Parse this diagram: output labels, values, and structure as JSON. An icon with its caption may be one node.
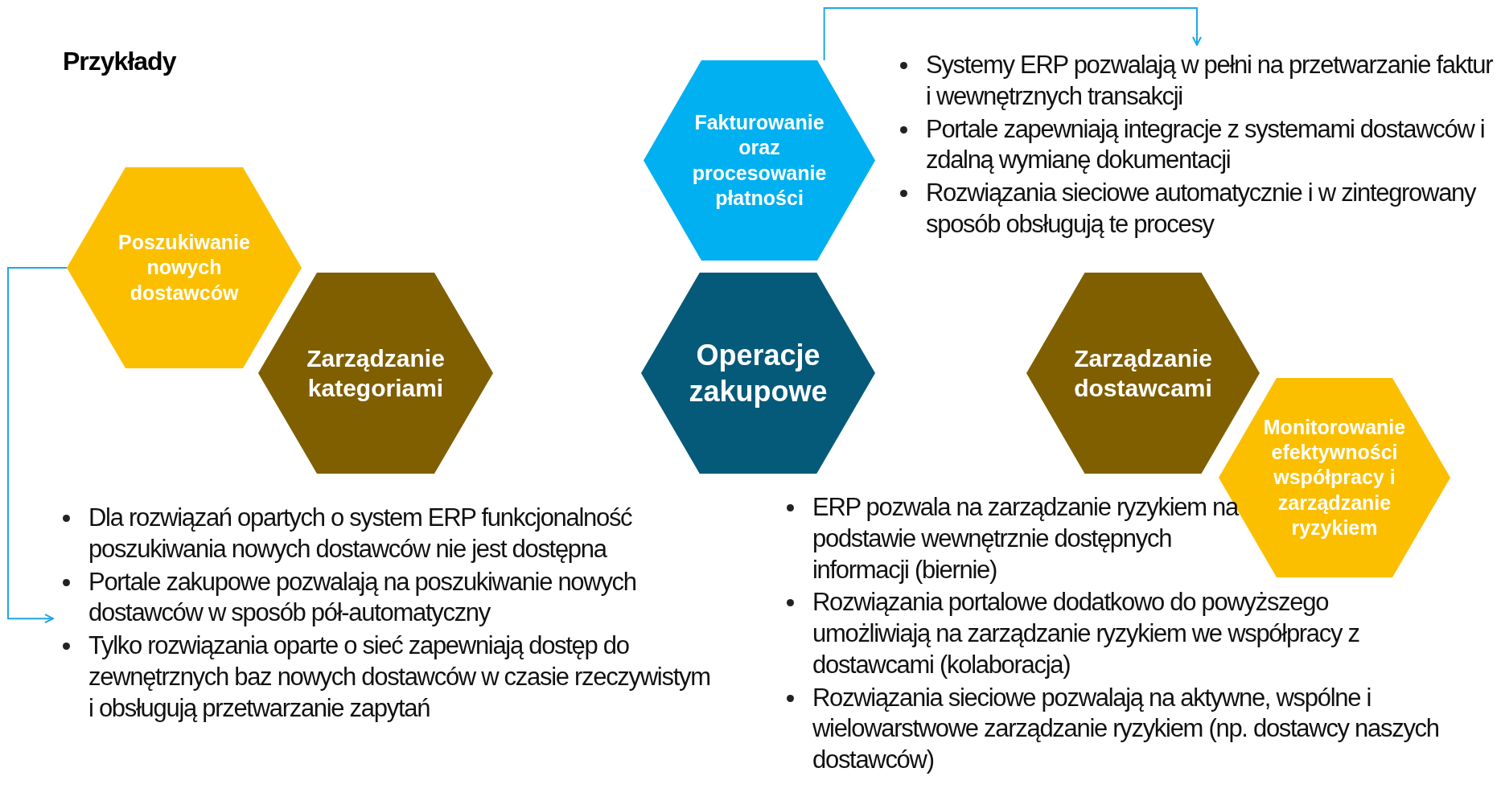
{
  "diagram": {
    "title": "Przykłady",
    "nodes": [
      {
        "text": [
          "Poszukiwanie nowych dostawców"
        ]
      },
      {
        "text": [
          "Zarządzanie kategoriami"
        ]
      },
      {
        "text": [
          "Fakturowanie oraz procesowanie płatności"
        ]
      },
      {
        "text": [
          "Operacje zakupowe"
        ]
      },
      {
        "text": [
          "Zarządzanie dostawcami"
        ]
      },
      {
        "text": [
          "Monitorowanie efektywności współpracy i zarządzanie ryzykiem"
        ]
      },
      {
        "text": [
          "Systemy ERP pozwalają w pełni na przetwarzanie faktur i wewnętrznych transakcji",
          "Portale zapewniają integracje z systemami dostawców i zdalną wymianę dokumentacji",
          "Rozwiązania sieciowe automatycznie i w zintegrowany sposób obsługują te procesy"
        ]
      },
      {
        "text": [
          "Dla rozwiązań opartych o system ERP funkcjonalność poszukiwania nowych dostawców nie jest dostępna",
          "Portale zakupowe pozwalają na poszukiwanie nowych dostawców w sposób pół-automatyczny",
          "Tylko rozwiązania oparte o sieć zapewniają dostęp do zewnętrznych baz nowych dostawców w czasie rzeczywistym i obsługują przetwarzanie zapytań"
        ]
      }
    ],
    "edges": [
      {
        "from": 0,
        "to": 7,
        "arrow": "to"
      },
      {
        "from": 2,
        "to": 6,
        "arrow": "to"
      }
    ],
    "labels": [
      "ERP pozwala na zarządzanie ryzykiem na podstawie wewnętrznie dostępnych informacji (biernie)",
      "Rozwiązania portalowe dodatkowo do powyższego umożliwiają na zarządzanie ryzykiem we współpracy z dostawcami (kolaboracja)",
      "Rozwiązania sieciowe pozwalają na aktywne, wspólne i wielowarstwowe zarządzanie ryzykiem (np. dostawcy naszych dostawców)"
    ]
  }
}
